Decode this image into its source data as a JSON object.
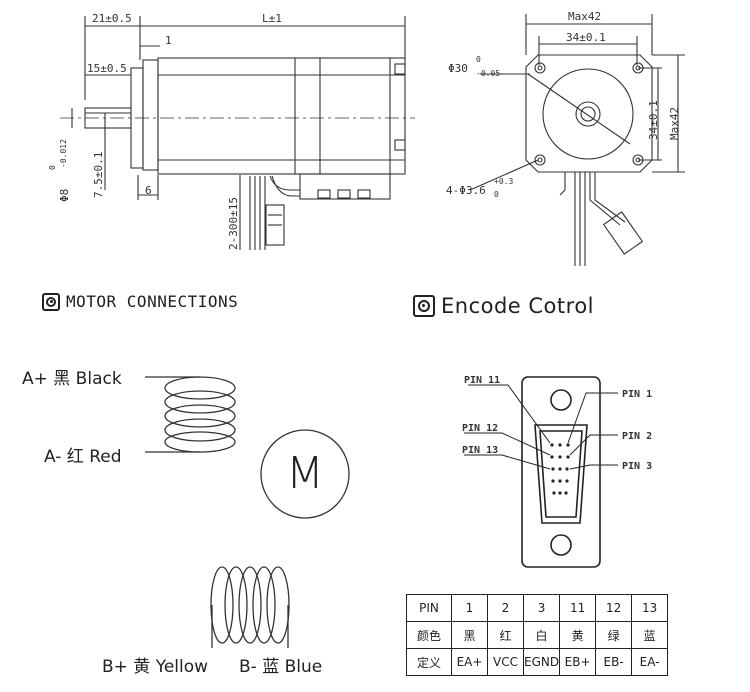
{
  "side_view": {
    "dims": {
      "shaft_len": "21±0.5",
      "body_len": "L±1",
      "step": "1",
      "shaft_flat": "15±0.5",
      "shaft_dia": "Φ8",
      "shaft_dia_tol_upper": "0",
      "shaft_dia_tol_lower": "-0.012",
      "flat_depth": "7.5±0.1",
      "flange_thick": "6",
      "cable_len": "2-300±15"
    }
  },
  "front_view": {
    "dims": {
      "max_width": "Max42",
      "hole_spacing_h": "34±0.1",
      "hole_spacing_v": "34±0.1",
      "max_height": "Max42",
      "pilot_dia": "Φ30",
      "pilot_tol_upper": "0",
      "pilot_tol_lower": "-0.05",
      "holes": "4-Φ3.6",
      "holes_tol_upper": "+0.3",
      "holes_tol_lower": "0"
    }
  },
  "motor_section": {
    "title": "MOTOR CONNECTIONS",
    "wires": {
      "a_plus": "A+ 黑 Black",
      "a_minus": "A- 红 Red",
      "b_plus": "B+ 黄 Yellow",
      "b_minus": "B- 蓝 Blue"
    },
    "motor_symbol": "M"
  },
  "encoder_section": {
    "title": "Encode Cotrol",
    "pin_callouts": {
      "pin11": "PIN 11",
      "pin12": "PIN 12",
      "pin13": "PIN 13",
      "pin1": "PIN 1",
      "pin2": "PIN 2",
      "pin3": "PIN 3"
    }
  },
  "pin_table": {
    "rows": [
      [
        "PIN",
        "1",
        "2",
        "3",
        "11",
        "12",
        "13"
      ],
      [
        "颜色",
        "黑",
        "红",
        "白",
        "黄",
        "绿",
        "蓝"
      ],
      [
        "定义",
        "EA+",
        "VCC",
        "EGND",
        "EB+",
        "EB-",
        "EA-"
      ]
    ]
  }
}
